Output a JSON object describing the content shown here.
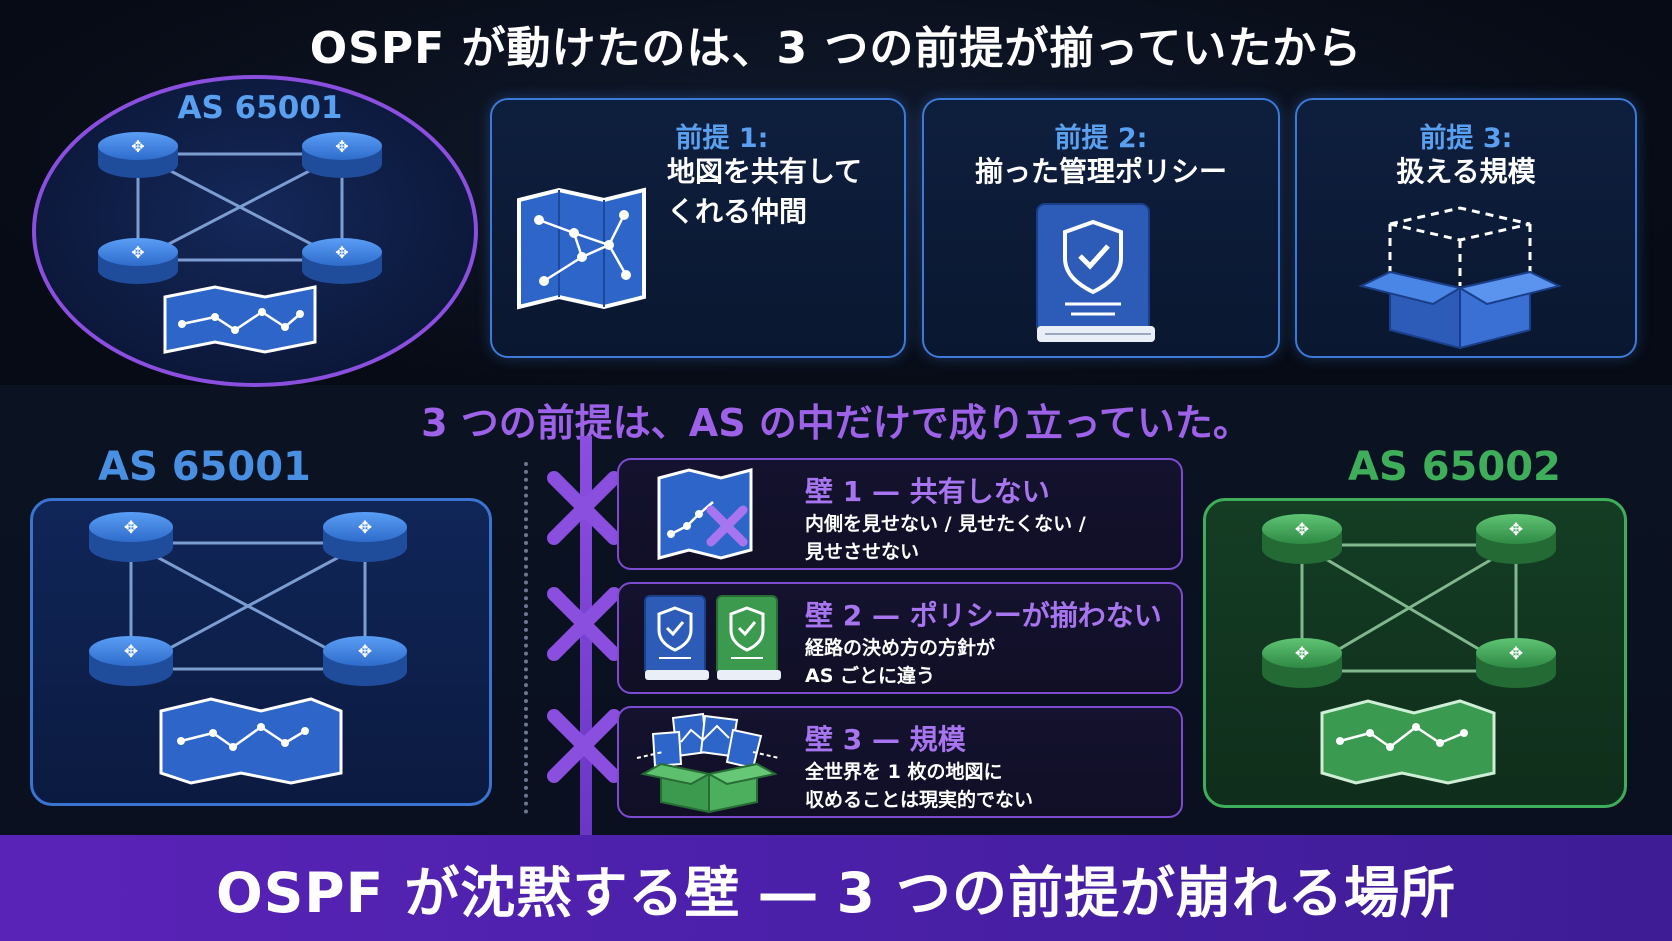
{
  "title": "OSPF が動けたのは、3 つの前提が揃っていたから",
  "top_as_label": "AS 65001",
  "premises": [
    {
      "label": "前提 1:",
      "lines": [
        "地図を共有して",
        "くれる仲間"
      ],
      "icon": "map-icon"
    },
    {
      "label": "前提 2:",
      "lines": [
        "揃った管理ポリシー"
      ],
      "icon": "policy-book-icon"
    },
    {
      "label": "前提 3:",
      "lines": [
        "扱える規模"
      ],
      "icon": "open-box-icon"
    }
  ],
  "middle_title": "3 つの前提は、AS の中だけで成り立っていた。",
  "as_left": {
    "label": "AS 65001",
    "color": "#4a90e2"
  },
  "as_right": {
    "label": "AS 65002",
    "color": "#3fae5a"
  },
  "walls": [
    {
      "title": "壁 1 — 共有しない",
      "lines": [
        "内側を見せない / 見せたくない /",
        "見せさせない"
      ],
      "icon": "crossed-map-icon"
    },
    {
      "title": "壁 2 — ポリシーが揃わない",
      "lines": [
        "経路の決め方の方針が",
        "AS ごとに違う"
      ],
      "icon": "two-policy-books-icon"
    },
    {
      "title": "壁 3 — 規模",
      "lines": [
        "全世界を 1 枚の地図に",
        "収めることは現実的でない"
      ],
      "icon": "overflowing-box-icon"
    }
  ],
  "footer": "OSPF が沈黙する壁 ― 3 つの前提が崩れる場所",
  "colors": {
    "accent_blue": "#4a90e2",
    "accent_purple": "#8b4fe0",
    "accent_green": "#3fae5a",
    "background": "#080d18"
  }
}
